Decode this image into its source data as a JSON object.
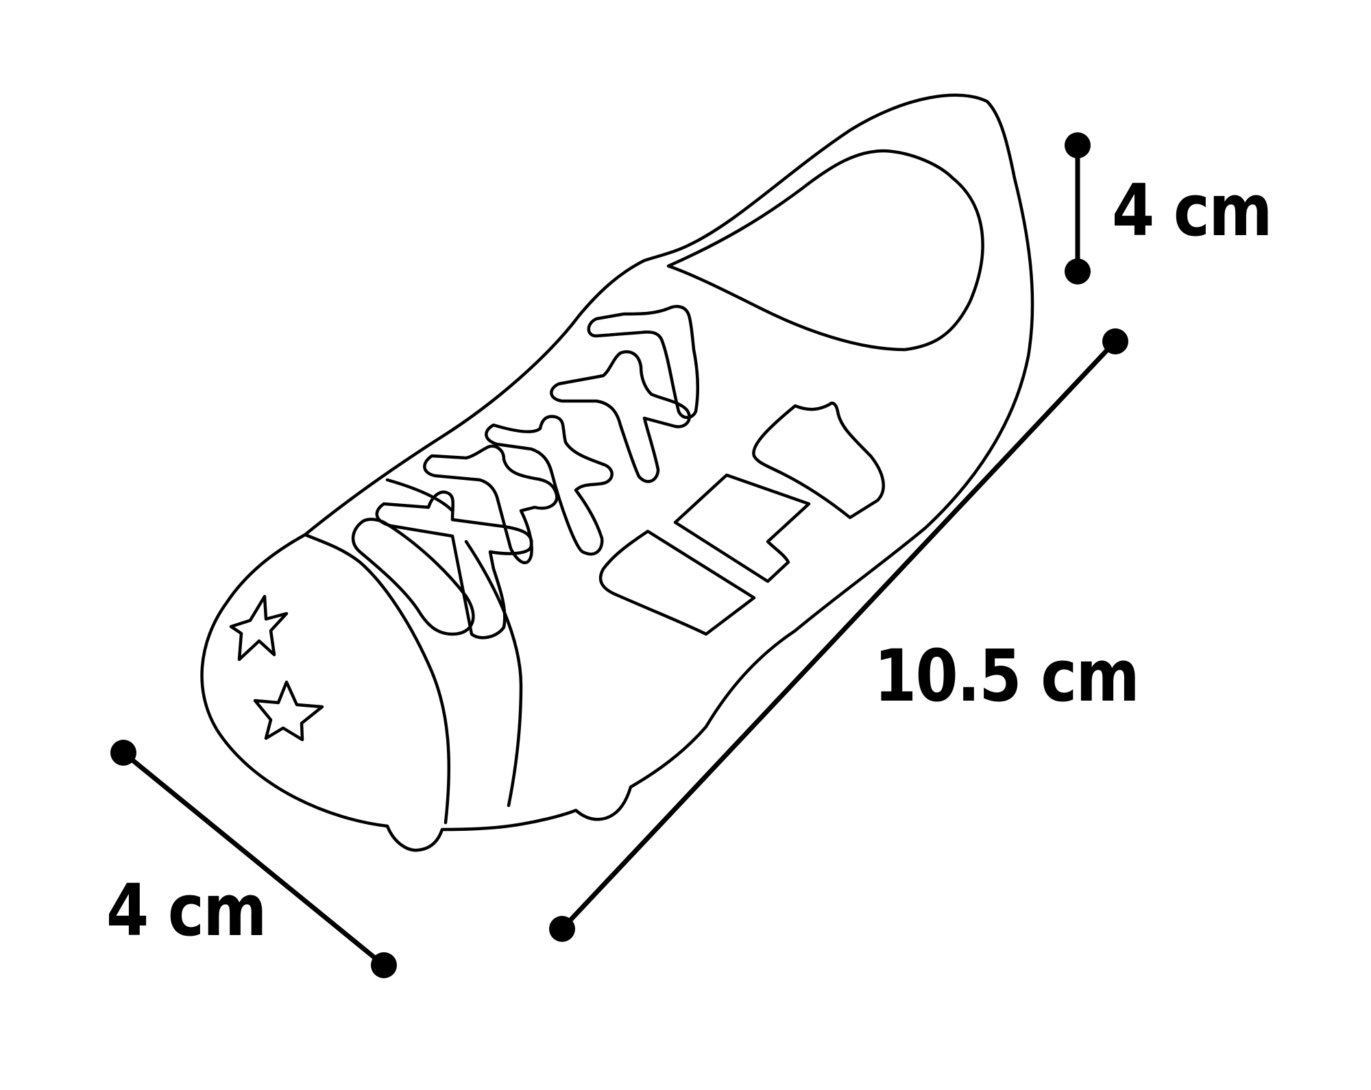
{
  "figure": {
    "subject": "football boot dog toy outline",
    "line_color": "#000000",
    "background_color": "#ffffff",
    "details": {
      "stars_on_toe": 2,
      "lace_crosses": 4,
      "side_stripes": 3
    }
  },
  "dimensions": {
    "height": {
      "value": 4,
      "unit": "cm",
      "label": "4 cm"
    },
    "length": {
      "value": 10.5,
      "unit": "cm",
      "label": "10.5 cm"
    },
    "width": {
      "value": 4,
      "unit": "cm",
      "label": "4 cm"
    }
  }
}
